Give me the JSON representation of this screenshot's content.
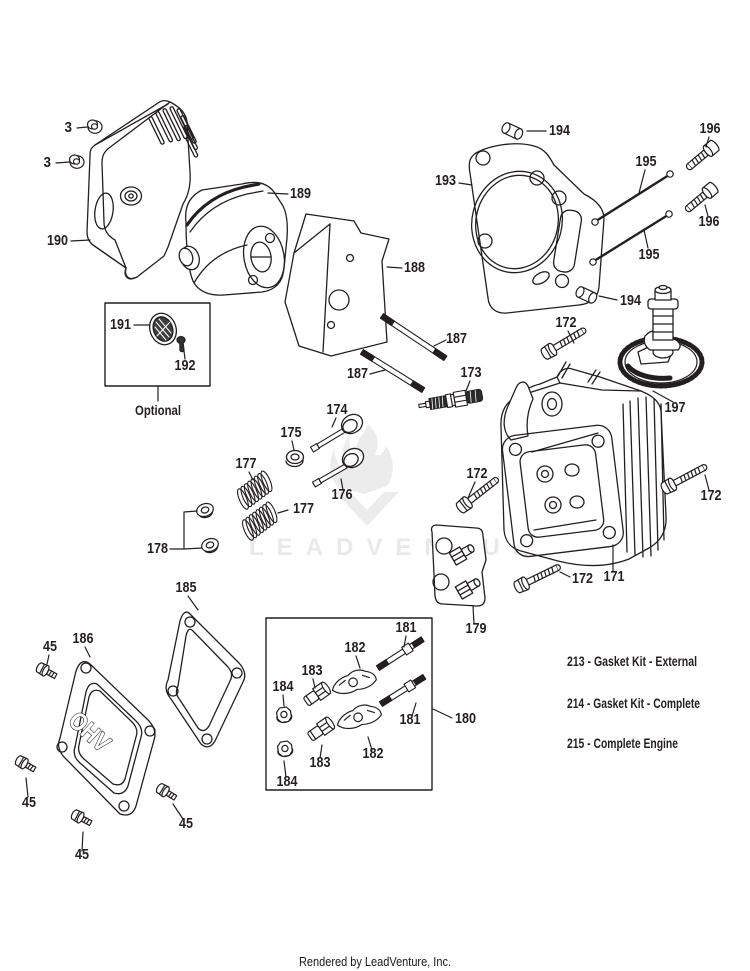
{
  "diagram": {
    "footer": "Rendered by LeadVenture, Inc.",
    "watermark_text": "LEADVENTURE",
    "optional_box_label": "Optional",
    "cover_embossed_text": "OHV",
    "colors": {
      "line": "#231f20",
      "watermark": "#e9e9e9",
      "background": "#ffffff"
    }
  },
  "kit_options": [
    {
      "label": "213 - Gasket Kit - External"
    },
    {
      "label": "214 - Gasket Kit - Complete"
    },
    {
      "label": "215 - Complete Engine"
    }
  ],
  "callouts": {
    "c3a": {
      "text": "3"
    },
    "c3b": {
      "text": "3"
    },
    "c190": {
      "text": "190"
    },
    "c189": {
      "text": "189"
    },
    "c188": {
      "text": "188"
    },
    "c191": {
      "text": "191"
    },
    "c192": {
      "text": "192"
    },
    "c193": {
      "text": "193"
    },
    "c194a": {
      "text": "194"
    },
    "c194b": {
      "text": "194"
    },
    "c195a": {
      "text": "195"
    },
    "c195b": {
      "text": "195"
    },
    "c196a": {
      "text": "196"
    },
    "c196b": {
      "text": "196"
    },
    "c197": {
      "text": "197"
    },
    "c187a": {
      "text": "187"
    },
    "c187b": {
      "text": "187"
    },
    "c173": {
      "text": "173"
    },
    "c174": {
      "text": "174"
    },
    "c175": {
      "text": "175"
    },
    "c176": {
      "text": "176"
    },
    "c177a": {
      "text": "177"
    },
    "c177b": {
      "text": "177"
    },
    "c178": {
      "text": "178"
    },
    "c172a": {
      "text": "172"
    },
    "c172b": {
      "text": "172"
    },
    "c172c": {
      "text": "172"
    },
    "c172d": {
      "text": "172"
    },
    "c171": {
      "text": "171"
    },
    "c179": {
      "text": "179"
    },
    "c180": {
      "text": "180"
    },
    "c181a": {
      "text": "181"
    },
    "c181b": {
      "text": "181"
    },
    "c182a": {
      "text": "182"
    },
    "c182b": {
      "text": "182"
    },
    "c183a": {
      "text": "183"
    },
    "c183b": {
      "text": "183"
    },
    "c184a": {
      "text": "184"
    },
    "c184b": {
      "text": "184"
    },
    "c185": {
      "text": "185"
    },
    "c186": {
      "text": "186"
    },
    "c45a": {
      "text": "45"
    },
    "c45b": {
      "text": "45"
    },
    "c45c": {
      "text": "45"
    },
    "c45d": {
      "text": "45"
    }
  }
}
